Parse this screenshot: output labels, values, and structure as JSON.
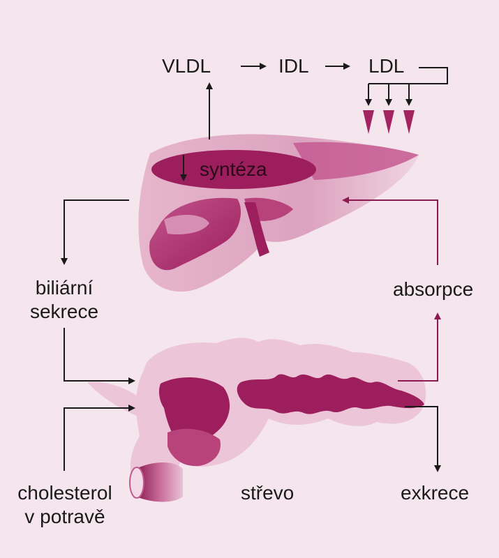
{
  "labels": {
    "vldl": "VLDL",
    "idl": "IDL",
    "ldl": "LDL",
    "synteza": "syntéza",
    "biliarni_line1": "biliární",
    "biliarni_line2": "sekrece",
    "absorpce": "absorpce",
    "cholesterol_line1": "cholesterol",
    "cholesterol_line2": "v potravě",
    "strevo": "střevo",
    "exkrece": "exkrece"
  },
  "colors": {
    "background": "#f5e6ee",
    "organ_light": "#ecc6d8",
    "organ_mid": "#d68fb2",
    "organ_dark": "#9c1e5c",
    "arrow_black": "#1a1a1a",
    "arrow_magenta": "#8c1a50"
  }
}
